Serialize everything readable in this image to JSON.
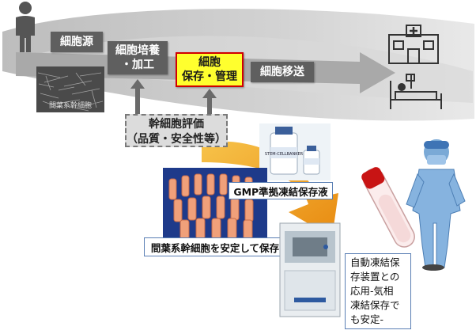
{
  "steps": {
    "source": "細胞源",
    "culture_line1": "細胞培養",
    "culture_line2": "・加工",
    "storage_line1": "細胞",
    "storage_line2": "保存・管理",
    "transplant": "細胞移送"
  },
  "evaluation": {
    "line1": "幹細胞評価",
    "line2": "（品質・安全性等）"
  },
  "micrograph_caption": "間葉系幹細胞",
  "bottle_label": "STEM-CELLBANKER",
  "captions": {
    "gmp_solution": "GMP準拠凍結保存液",
    "msc_storage": "間葉系幹細胞を安定して保存"
  },
  "note_lines": [
    "自動凍結保",
    "存装置との",
    "応用-気相",
    "凍結保存で",
    "も安定-"
  ],
  "icons": [
    "person-icon",
    "hospital-icon",
    "patient-bed-icon",
    "surgeon-icon",
    "blood-tube-icon",
    "freezer-device"
  ],
  "colors": {
    "band": "#c8c8c8",
    "step_box": "#5f5f5f",
    "highlight_fill": "#ffff2e",
    "highlight_border": "#d00000",
    "orange_arrow": "#f0a020",
    "caption_border": "#5a7fb4"
  }
}
